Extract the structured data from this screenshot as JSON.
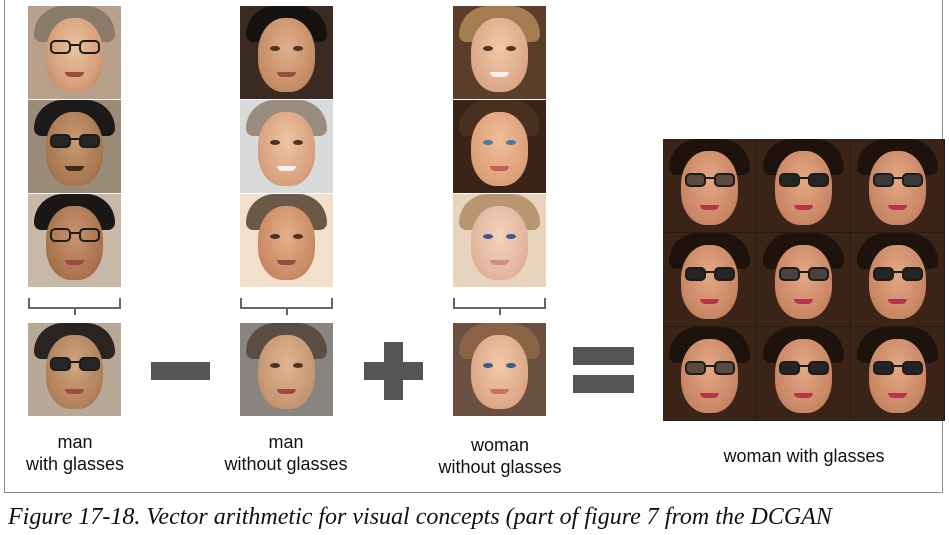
{
  "columns": {
    "man_with_glasses": {
      "label_line1": "man",
      "label_line2": "with glasses"
    },
    "man_without_glasses": {
      "label_line1": "man",
      "label_line2": "without glasses"
    },
    "woman_without_glasses": {
      "label_line1": "woman",
      "label_line2": "without glasses"
    },
    "result": {
      "label": "woman with glasses"
    }
  },
  "operators": {
    "minus": "minus",
    "plus": "plus",
    "equals": "equals"
  },
  "caption": "Figure 17-18. Vector arithmetic for visual concepts (part of figure 7 from the DCGAN",
  "colors": {
    "operator": "#555555",
    "bracket": "#666666",
    "text": "#111111"
  }
}
